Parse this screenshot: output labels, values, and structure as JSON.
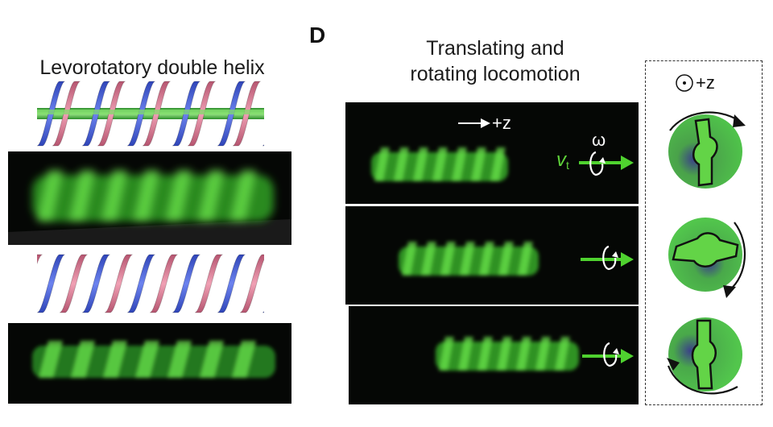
{
  "left_panel": {
    "title": "Levorotatory double helix"
  },
  "panel_d": {
    "letter": "D",
    "title_line1": "Translating and",
    "title_line2": "rotating locomotion",
    "direction_label": "+z",
    "omega_label": "ω",
    "velocity_symbol": "v",
    "velocity_subscript": "t"
  },
  "cross_section": {
    "axis_label": "+z"
  },
  "colors": {
    "helix_blue": "#4a63d6",
    "helix_pink": "#d9778e",
    "helix_green": "#4cc24a",
    "fluor_green": "#3ec52a",
    "background_dark": "#050705"
  },
  "icons": [
    "right-arrow-icon",
    "out-of-page-axis-icon",
    "rotation-arrow-icon"
  ]
}
